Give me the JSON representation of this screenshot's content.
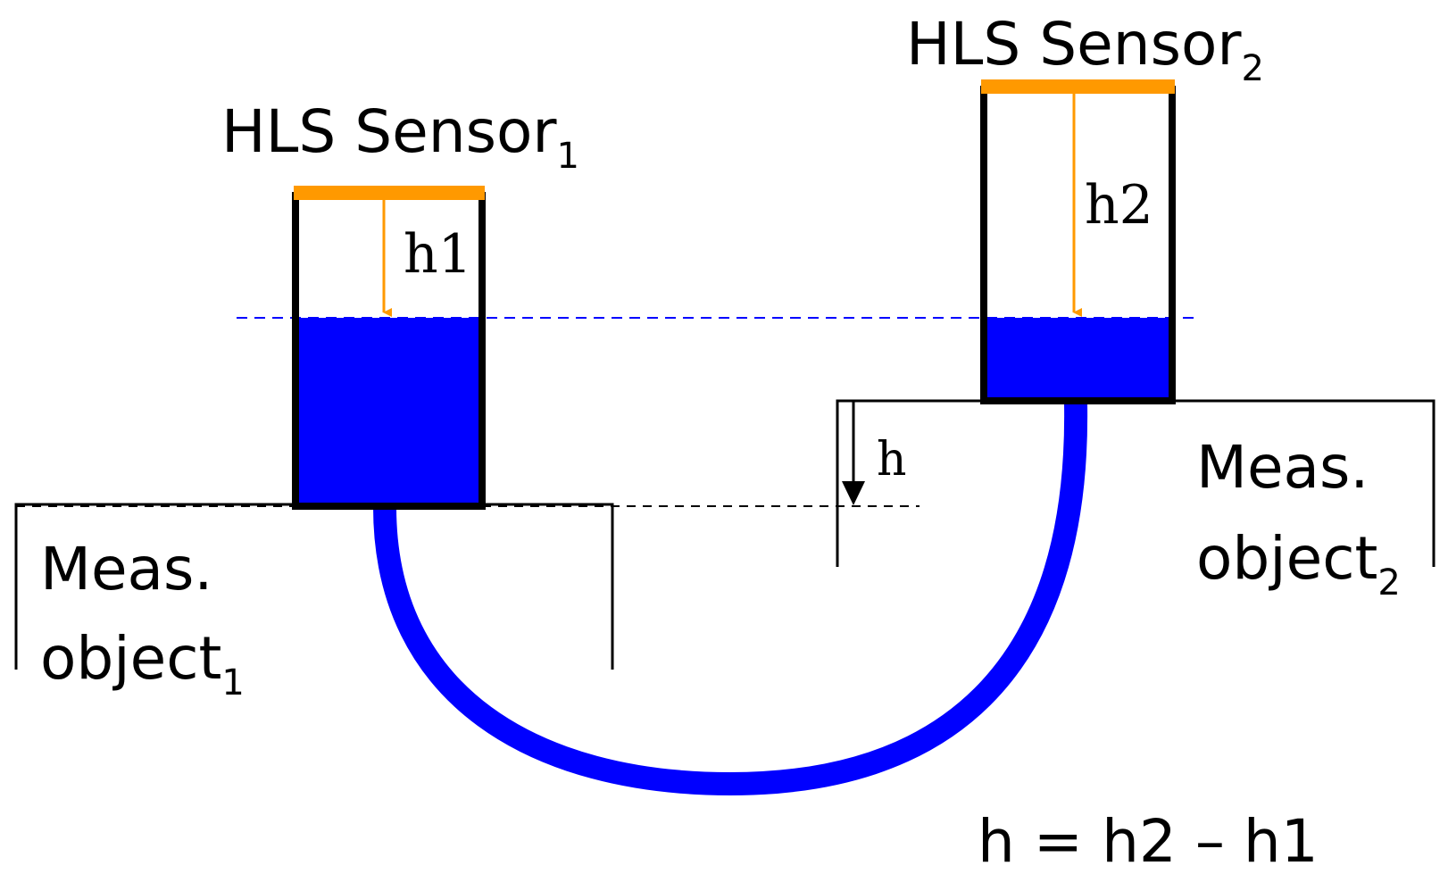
{
  "sensor1": {
    "label": "HLS Sensor",
    "subscript": "1"
  },
  "sensor2": {
    "label": "HLS Sensor",
    "subscript": "2"
  },
  "h1_label": "h1",
  "h2_label": "h2",
  "h_label": "h",
  "object1": {
    "line1": "Meas.",
    "line2": "object",
    "subscript": "1"
  },
  "object2": {
    "line1": "Meas.",
    "line2": "object",
    "subscript": "2"
  },
  "formula": "h = h2 – h1",
  "colors": {
    "water": "#0000ff",
    "sensor": "#ff9900",
    "outline": "#000000",
    "level_line": "#0000ff"
  }
}
